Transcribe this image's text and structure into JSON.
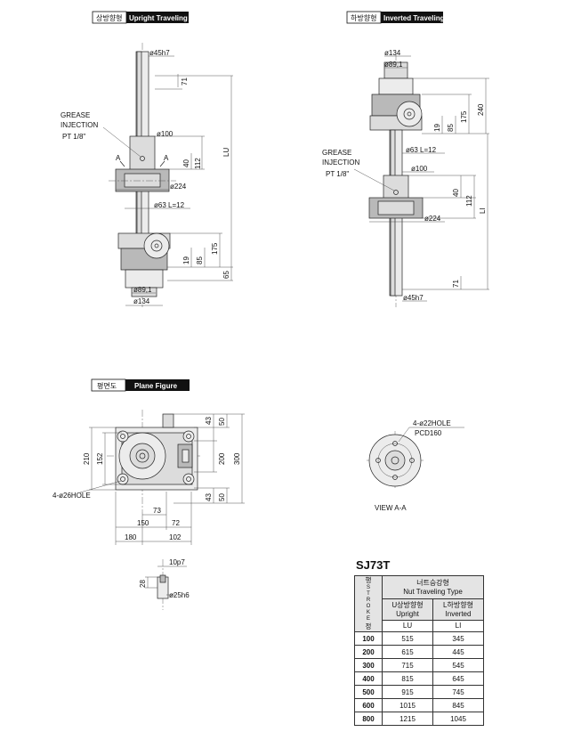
{
  "sections": {
    "upright": {
      "kor": "상방향형",
      "eng": "Upright Traveling"
    },
    "inverted": {
      "kor": "하방향형",
      "eng": "Inverted Traveling"
    },
    "plane": {
      "kor": "평면도",
      "eng": "Plane Figure"
    }
  },
  "upright_dims": {
    "shaft_dia": "ø45h7",
    "d71": "71",
    "grease_1": "GREASE",
    "grease_2": "INJECTION",
    "pt": "PT 1/8\"",
    "d100": "ø100",
    "a_left": "A",
    "a_right": "A",
    "d40": "40",
    "d112": "112",
    "d224": "ø224",
    "d63": "ø63 L=12",
    "lu": "LU",
    "d175": "175",
    "d19": "19",
    "d85": "85",
    "d65": "65",
    "d89": "ø89,1",
    "d134": "ø134"
  },
  "inverted_dims": {
    "d134": "ø134",
    "d89": "ø89,1",
    "d19": "19",
    "d85": "85",
    "d175": "175",
    "d240": "240",
    "grease_1": "GREASE",
    "grease_2": "INJECTION",
    "pt": "PT 1/8\"",
    "d63": "ø63 L=12",
    "d100": "ø100",
    "d40": "40",
    "d112": "112",
    "li": "LI",
    "d224": "ø224",
    "d71": "71",
    "shaft_dia": "ø45h7"
  },
  "plane_dims": {
    "d43a": "43",
    "d50a": "50",
    "d210": "210",
    "d152": "152",
    "d200": "200",
    "d300": "300",
    "hole26": "4-ø26HOLE",
    "d43b": "43",
    "d50b": "50",
    "d73": "73",
    "d150": "150",
    "d72": "72",
    "d180": "180",
    "d102": "102"
  },
  "view_a": {
    "hole22": "4-ø22HOLE",
    "pcd": "PCD160",
    "title": "VIEW A-A"
  },
  "keyway": {
    "d10": "10p7",
    "d28": "28",
    "d25": "ø25h6"
  },
  "table": {
    "title": "SJ73T",
    "col_stroke_a": "행",
    "col_stroke_b": "정",
    "col_stroke_eng": "STROKE",
    "group_kor": "너트승강형",
    "group_eng": "Nut Traveling Type",
    "u_kor": "U상방향형",
    "u_eng": "Upright",
    "l_kor": "L하방향형",
    "l_eng": "Inverted",
    "u_key": "LU",
    "l_key": "LI",
    "rows": [
      {
        "stroke": "100",
        "lu": "515",
        "li": "345"
      },
      {
        "stroke": "200",
        "lu": "615",
        "li": "445"
      },
      {
        "stroke": "300",
        "lu": "715",
        "li": "545"
      },
      {
        "stroke": "400",
        "lu": "815",
        "li": "645"
      },
      {
        "stroke": "500",
        "lu": "915",
        "li": "745"
      },
      {
        "stroke": "600",
        "lu": "1015",
        "li": "845"
      },
      {
        "stroke": "800",
        "lu": "1215",
        "li": "1045"
      }
    ]
  }
}
